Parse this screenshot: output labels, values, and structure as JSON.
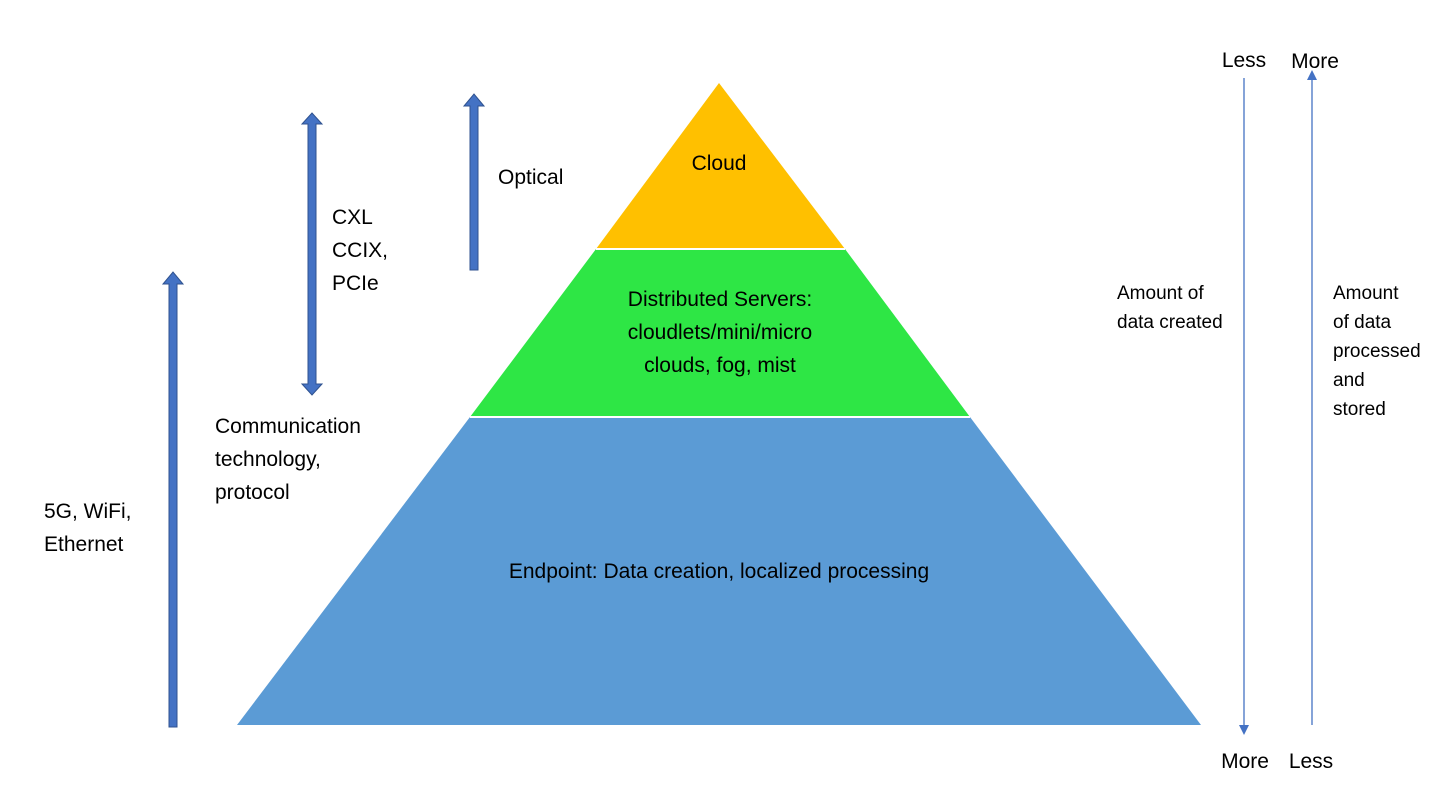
{
  "pyramid": {
    "cloud": {
      "label": "Cloud",
      "color": "#FFC000"
    },
    "distributed": {
      "line1": "Distributed Servers:",
      "line2": "cloudlets/mini/micro",
      "line3": "clouds, fog, mist",
      "color": "#2EE645"
    },
    "endpoint": {
      "label": "Endpoint: Data creation, localized processing",
      "color": "#5B9BD5"
    }
  },
  "arrows": {
    "color": "#4472C4",
    "optical": "Optical",
    "interconnect": {
      "line1": "CXL",
      "line2": "CCIX,",
      "line3": "PCIe"
    },
    "comm": {
      "line1": "Communication",
      "line2": "technology,",
      "line3": "protocol"
    },
    "wireless": {
      "line1": "5G, WiFi,",
      "line2": "Ethernet"
    }
  },
  "scales": {
    "created": {
      "top": "Less",
      "bottom": "More",
      "line1": "Amount of",
      "line2": "data created"
    },
    "processed": {
      "top": "More",
      "bottom": "Less",
      "line1": "Amount",
      "line2": "of data",
      "line3": "processed",
      "line4": "and",
      "line5": "stored"
    }
  }
}
